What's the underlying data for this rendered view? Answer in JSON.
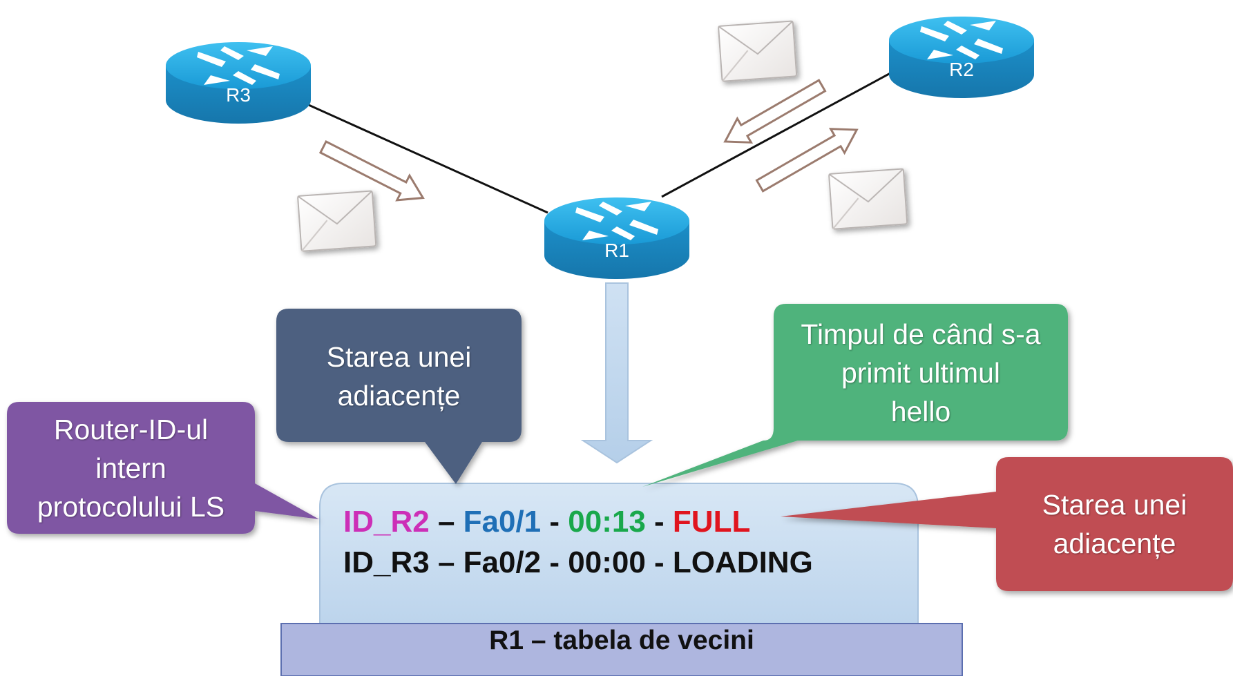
{
  "routers": {
    "r1": "R1",
    "r2": "R2",
    "r3": "R3"
  },
  "callouts": {
    "state_top": [
      "Starea unei",
      "adiacențe"
    ],
    "router_id": [
      "Router-ID-ul",
      "intern",
      "protocolului LS"
    ],
    "time_hello": [
      "Timpul de când s-a",
      "primit ultimul",
      "hello"
    ],
    "state_right": [
      "Starea unei",
      "adiacențe"
    ]
  },
  "neighbor_table": {
    "title": "R1 – tabela de vecini",
    "rows": [
      {
        "id": "ID_R2",
        "sep1": " – ",
        "interface": "Fa0/1",
        "sep2": " - ",
        "time": "00:13",
        "sep3": " - ",
        "state": "FULL"
      },
      {
        "id": "ID_R3",
        "sep1": " – ",
        "interface": "Fa0/2",
        "sep2": " - ",
        "time": "00:00",
        "sep3": " - ",
        "state": "LOADING"
      }
    ]
  },
  "colors": {
    "router_blue": "#1fa3dc",
    "callout_dark_blue": "#4e6180",
    "callout_purple": "#7f57a3",
    "callout_green": "#50b37c",
    "callout_red": "#c04e52",
    "id_magenta": "#cc2fb7",
    "interface_blue": "#1f6fb6",
    "time_green": "#19a84b",
    "state_red": "#e0141e",
    "table_bg": "#c9def0",
    "table_footer": "#aeb6df",
    "arrow_outline": "#9b7b6e"
  },
  "icons": [
    "router-icon",
    "envelope-icon",
    "arrow-icon"
  ]
}
